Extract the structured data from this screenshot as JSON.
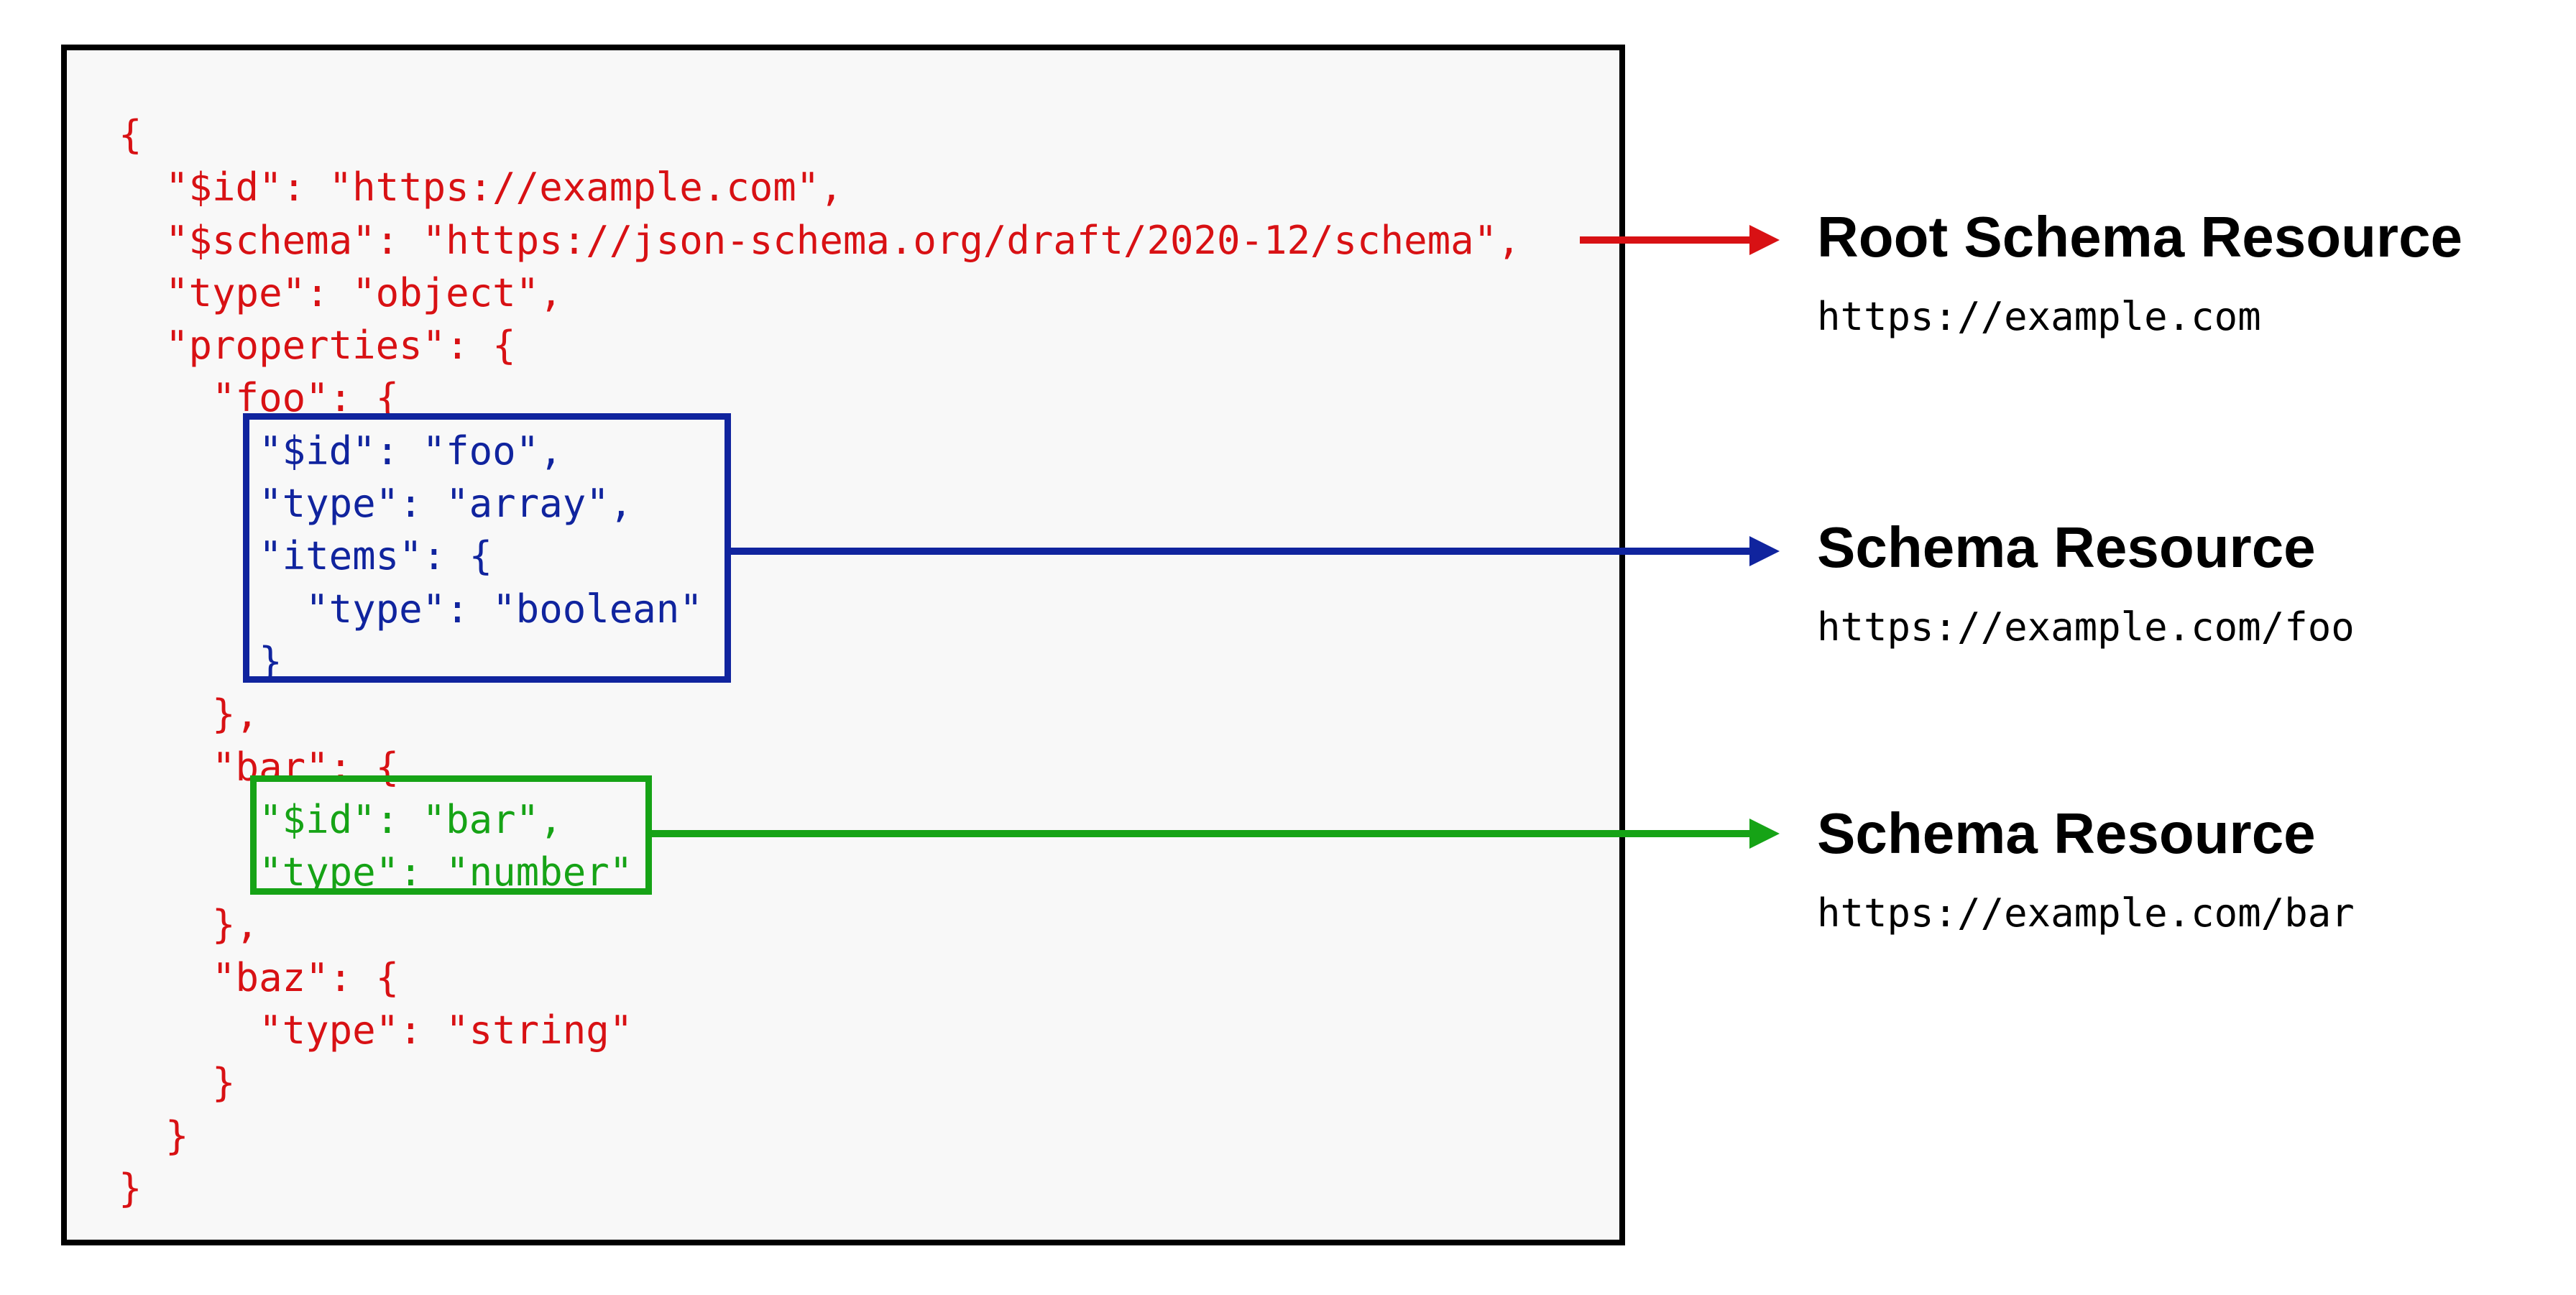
{
  "palette": {
    "root_red": "#d81114",
    "foo_blue": "#10249e",
    "bar_green": "#16a316",
    "box_border": "#000000",
    "box_bg": "#f8f8f8",
    "page_bg": "#ffffff",
    "text_black": "#000000"
  },
  "code": {
    "lines": [
      {
        "text": "{",
        "role": "root-schema"
      },
      {
        "text": "  \"$id\": \"https://example.com\",",
        "role": "root-schema"
      },
      {
        "text": "  \"$schema\": \"https://json-schema.org/draft/2020-12/schema\",",
        "role": "root-schema"
      },
      {
        "text": "  \"type\": \"object\",",
        "role": "root-schema"
      },
      {
        "text": "  \"properties\": {",
        "role": "root-schema"
      },
      {
        "text": "    \"foo\": {",
        "role": "root-schema"
      },
      {
        "text": "      \"$id\": \"foo\",",
        "role": "foo-schema-resource"
      },
      {
        "text": "      \"type\": \"array\",",
        "role": "foo-schema-resource"
      },
      {
        "text": "      \"items\": {",
        "role": "foo-schema-resource"
      },
      {
        "text": "        \"type\": \"boolean\"",
        "role": "foo-schema-resource"
      },
      {
        "text": "      }",
        "role": "foo-schema-resource"
      },
      {
        "text": "    },",
        "role": "root-schema"
      },
      {
        "text": "    \"bar\": {",
        "role": "root-schema"
      },
      {
        "text": "      \"$id\": \"bar\",",
        "role": "bar-schema-resource"
      },
      {
        "text": "      \"type\": \"number\"",
        "role": "bar-schema-resource"
      },
      {
        "text": "    },",
        "role": "root-schema"
      },
      {
        "text": "    \"baz\": {",
        "role": "root-schema"
      },
      {
        "text": "      \"type\": \"string\"",
        "role": "root-schema"
      },
      {
        "text": "    }",
        "role": "root-schema"
      },
      {
        "text": "  }",
        "role": "root-schema"
      },
      {
        "text": "}",
        "role": "root-schema"
      }
    ]
  },
  "annotations": [
    {
      "title": "Root Schema Resource",
      "url": "https://example.com",
      "color": "#d81114"
    },
    {
      "title": "Schema Resource",
      "url": "https://example.com/foo",
      "color": "#10249e"
    },
    {
      "title": "Schema Resource",
      "url": "https://example.com/bar",
      "color": "#16a316"
    }
  ]
}
